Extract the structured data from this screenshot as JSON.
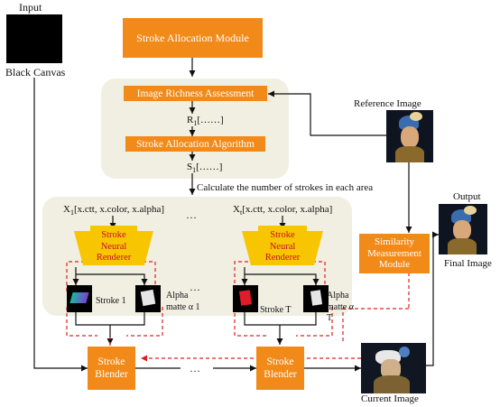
{
  "input": {
    "label": "Input",
    "caption": "Black Canvas"
  },
  "modules": {
    "stroke_allocation": "Stroke Allocation Module",
    "image_richness": "Image Richness Assessment",
    "r_label": "R",
    "r_sub": "1",
    "r_rest": "[……]",
    "stroke_alloc_algo": "Stroke Allocation Algorithm",
    "s_label": "S",
    "s_sub": "1",
    "s_rest": "[……]",
    "calc_text": "Calculate the number of strokes in each area",
    "similarity": "Similarity Measurement Module"
  },
  "reference": {
    "label": "Reference Image"
  },
  "output": {
    "label": "Output",
    "caption": "Final Image"
  },
  "branches": {
    "left": {
      "x_label": "X",
      "x_sub": "1",
      "x_rest": "[x.ctt, x.color, x.alpha]",
      "renderer": "Stroke Neural Renderer",
      "stroke": "Stroke 1",
      "alpha": "Alpha matte α 1",
      "blender": "Stroke Blender"
    },
    "right": {
      "x_label": "X",
      "x_sub": "t",
      "x_rest": "[x.ctt, x.color, x.alpha]",
      "renderer": "Stroke Neural Renderer",
      "stroke": "Stroke T",
      "alpha": "Alpha matte α T",
      "blender": "Stroke Blender"
    },
    "ellipsis": "…"
  },
  "current": {
    "caption": "Current Image"
  },
  "colors": {
    "orange": "#f28a1a",
    "yellow": "#f7c600",
    "panel": "#f1efe2",
    "red_dash": "#e02020"
  }
}
